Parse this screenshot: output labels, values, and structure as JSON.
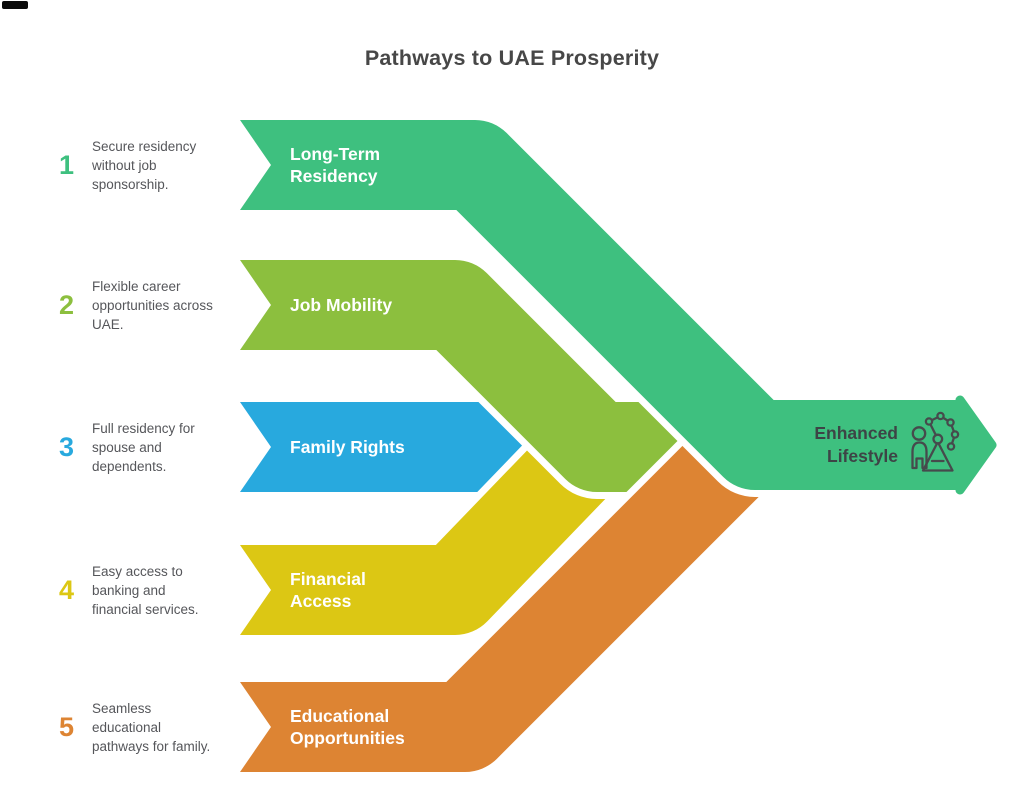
{
  "title": "Pathways to UAE Prosperity",
  "items": [
    {
      "number": "1",
      "description": "Secure residency\nwithout job\nsponsorship.",
      "label": "Long-Term\nResidency",
      "color": "#3ec07f"
    },
    {
      "number": "2",
      "description": "Flexible career\nopportunities across\nUAE.",
      "label": "Job Mobility",
      "color": "#8cbf3e"
    },
    {
      "number": "3",
      "description": "Full residency for\nspouse and\ndependents.",
      "label": "Family Rights",
      "color": "#28a9de"
    },
    {
      "number": "4",
      "description": "Easy access to\nbanking and\nfinancial services.",
      "label": "Financial\nAccess",
      "color": "#dcc714"
    },
    {
      "number": "5",
      "description": "Seamless\neducational\npathways for family.",
      "label": "Educational\nOpportunities",
      "color": "#dd8433"
    }
  ],
  "outcome": {
    "label": "Enhanced\nLifestyle",
    "icon": "person-ferris-wheel-icon",
    "color": "#3ec07f"
  },
  "text_colors": {
    "title": "#474747",
    "description": "#55565a",
    "outcome_text": "#3d4446",
    "band_label": "#ffffff"
  }
}
